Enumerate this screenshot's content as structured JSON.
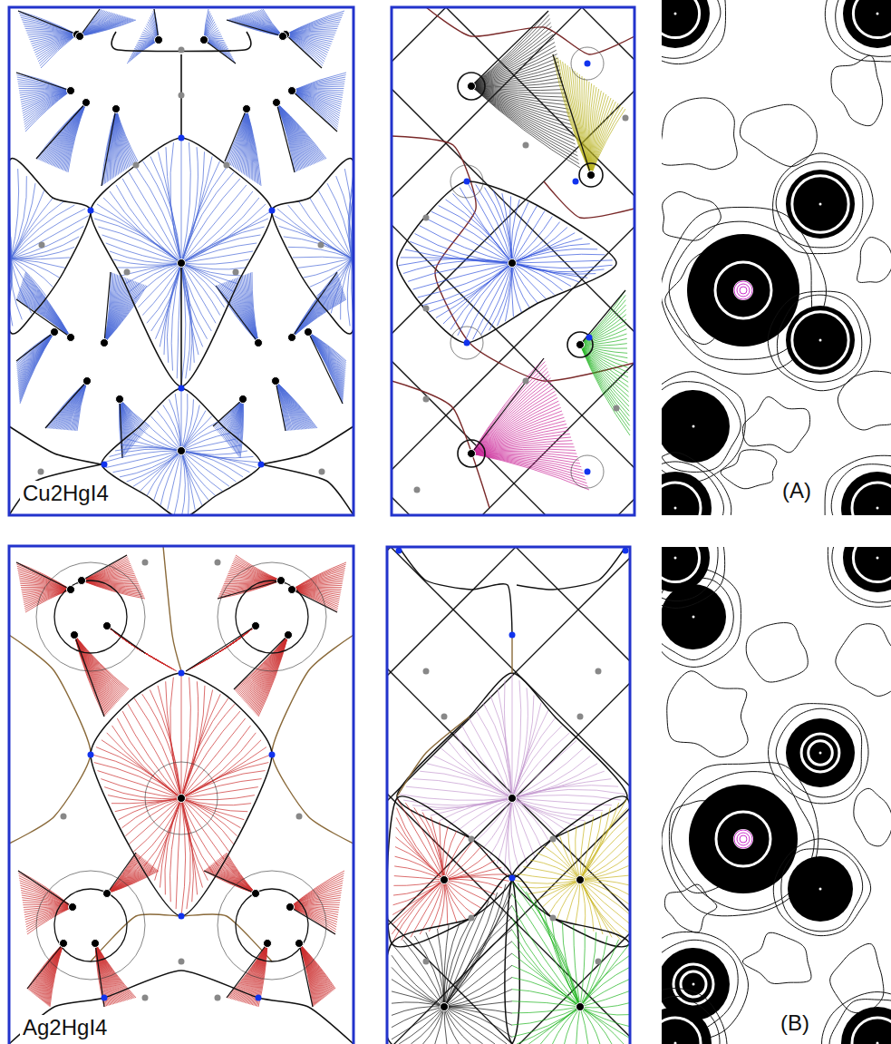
{
  "diagram": {
    "labels": [
      "Cu2HgI4",
      "(A)",
      "Ag2HgI4",
      "(B)"
    ]
  }
}
